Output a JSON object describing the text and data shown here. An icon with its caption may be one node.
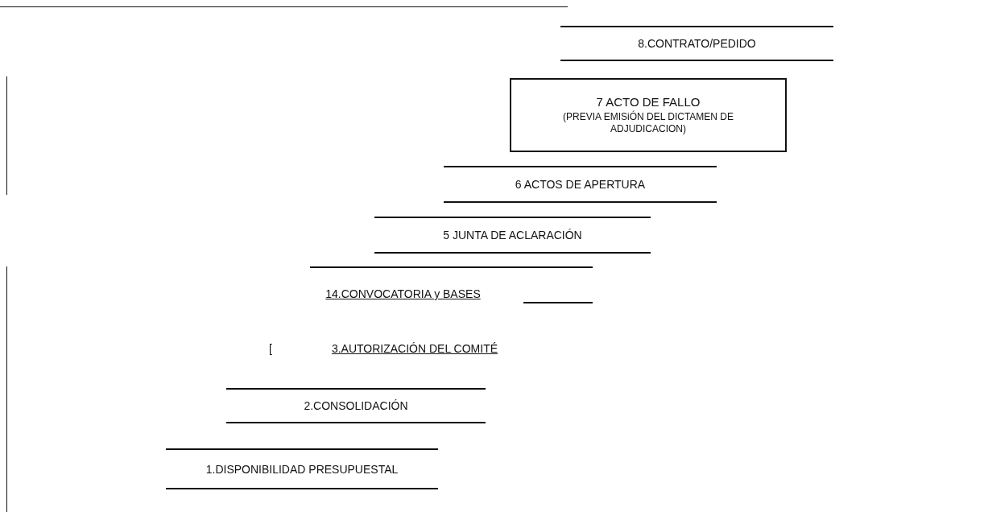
{
  "diagram": {
    "nodes": [
      {
        "text": [
          "1.DISPONIBILIDAD PRESUPUESTAL"
        ]
      },
      {
        "text": [
          "2.CONSOLIDACIÓN"
        ]
      },
      {
        "text": [
          "3.AUTORIZACIÓN DEL COMITÉ"
        ]
      },
      {
        "text": [
          "14.CONVOCATORIA y BASES"
        ]
      },
      {
        "text": [
          "5 JUNTA DE ACLARACIÓN"
        ]
      },
      {
        "text": [
          "6 ACTOS DE APERTURA"
        ]
      },
      {
        "text": [
          "7 ACTO DE FALLO",
          "(PREVIA EMISiÓN DEL DICTAMEN DE ADJUDICACION)"
        ]
      },
      {
        "text": [
          "8.CONTRATO/PEDIDO"
        ]
      }
    ],
    "labels": [
      "["
    ]
  }
}
